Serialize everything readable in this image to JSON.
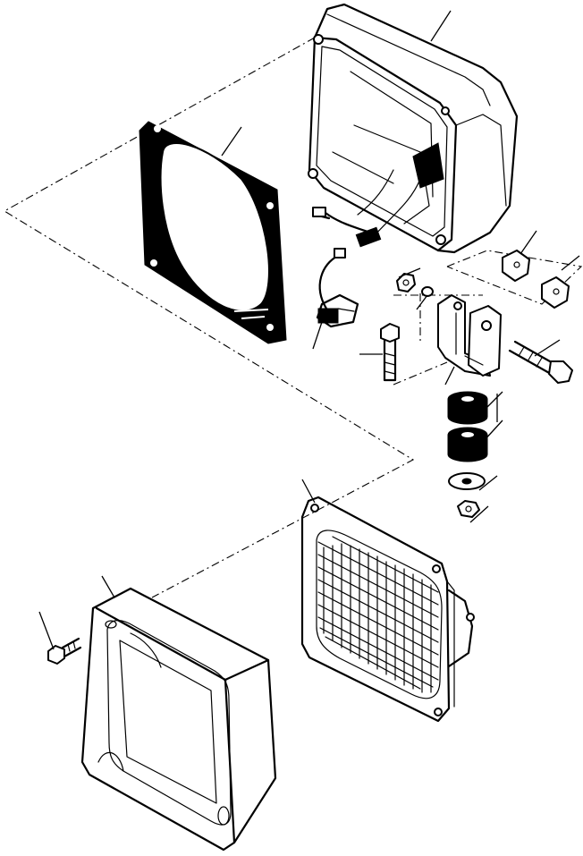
{
  "figure": {
    "kind": "exploded parts diagram",
    "parts": [
      {
        "id": "headlamp-housing",
        "icon": "housing-shell"
      },
      {
        "id": "gasket",
        "icon": "square-gasket"
      },
      {
        "id": "bulb-socket",
        "icon": "socket-with-wire"
      },
      {
        "id": "nut-small",
        "icon": "hex-nut"
      },
      {
        "id": "lock-washer",
        "icon": "lock-washer"
      },
      {
        "id": "bolt-short",
        "icon": "bolt"
      },
      {
        "id": "mounting-bracket",
        "icon": "angle-bracket"
      },
      {
        "id": "spacer-block-upper",
        "icon": "square-block"
      },
      {
        "id": "spacer-block-lower",
        "icon": "square-block"
      },
      {
        "id": "bolt-long",
        "icon": "bolt"
      },
      {
        "id": "rubber-cushions",
        "icon": "cylindrical-cushion"
      },
      {
        "id": "flat-washer",
        "icon": "washer"
      },
      {
        "id": "hex-nut-bottom",
        "icon": "hex-nut"
      },
      {
        "id": "sealed-beam-lamp",
        "icon": "lamp-with-lens-grid"
      },
      {
        "id": "bezel-trim-ring",
        "icon": "square-bezel"
      },
      {
        "id": "screw",
        "icon": "screw"
      }
    ],
    "line_color": "#000000",
    "background": "#ffffff"
  }
}
